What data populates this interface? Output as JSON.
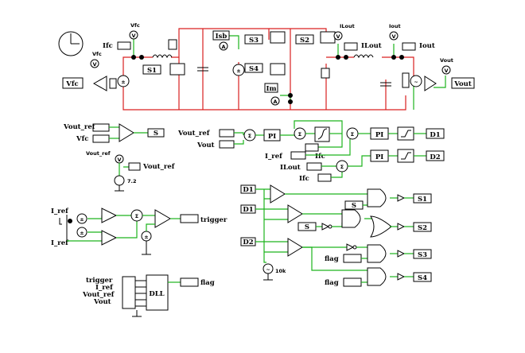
{
  "power_stage": {
    "source_left": "Vfc",
    "sensor_fc_voltage": "Vfc",
    "meter_fc_voltage": "Vfc",
    "meter_fc_current": "Ifc",
    "source_right": "Vout",
    "meter_out_voltage": "Vout",
    "out_voltage_tag": "Vout",
    "meter_lout": "ILout",
    "lout_tag": "ILout",
    "meter_iout": "Iout",
    "iout_tag": "Iout",
    "meter_isb": "Isb",
    "meter_im": "Im",
    "switches": [
      "S1",
      "S2",
      "S3",
      "S4"
    ]
  },
  "controls": {
    "vout_ref_label": "Vout_ref",
    "vfc_label": "Vfc",
    "s_label": "S",
    "vout_ref_source_label": "Vout_ref",
    "vout_ref_out": "Vout_ref",
    "vout_ref_value": "7.2",
    "inner_vout_ref": "Vout_ref",
    "inner_vout": "Vout",
    "pi_label": "PI",
    "ifc_label": "Ifc",
    "d1_out": "D1",
    "i_ref_label": "I_ref",
    "ilout_label": "ILout",
    "ifc2_label": "Ifc",
    "d2_out": "D2"
  },
  "trigger_block": {
    "i_ref_1": "I_ref",
    "i_ref_2": "I_ref",
    "output": "trigger"
  },
  "dll_block": {
    "inputs": [
      "trigger",
      "I_ref",
      "Vout_ref",
      "Vout"
    ],
    "name": "DLL",
    "output": "flag"
  },
  "pwm_logic": {
    "d1_a": "D1",
    "d1_b": "D1",
    "d2": "D2",
    "carrier": "10k",
    "s_a": "S",
    "s_b": "S",
    "flag_a": "flag",
    "flag_b": "flag",
    "outputs": [
      "S1",
      "S2",
      "S3",
      "S4"
    ]
  }
}
